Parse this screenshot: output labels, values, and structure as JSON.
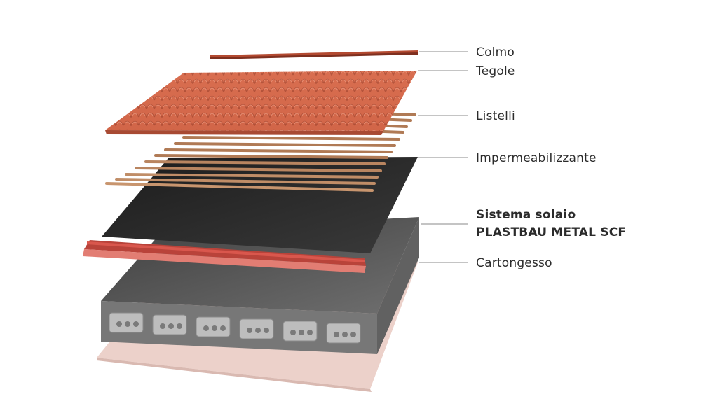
{
  "labels": {
    "colmo": "Colmo",
    "tegole": "Tegole",
    "listelli": "Listelli",
    "impermeabilizzante": "Impermeabilizzante",
    "solaio_line1": "Sistema solaio",
    "solaio_line2": "PLASTBAU METAL SCF",
    "cartongesso": "Cartongesso"
  },
  "colors": {
    "tile": "#d9694b",
    "tile_shadow": "#a94632",
    "batten": "#b9825c",
    "membrane": "#262626",
    "concrete": "#5b5b5b",
    "concrete_side": "#6e6e6e",
    "gypsum": "#ecd3cd",
    "flashing": "#c0392b"
  }
}
